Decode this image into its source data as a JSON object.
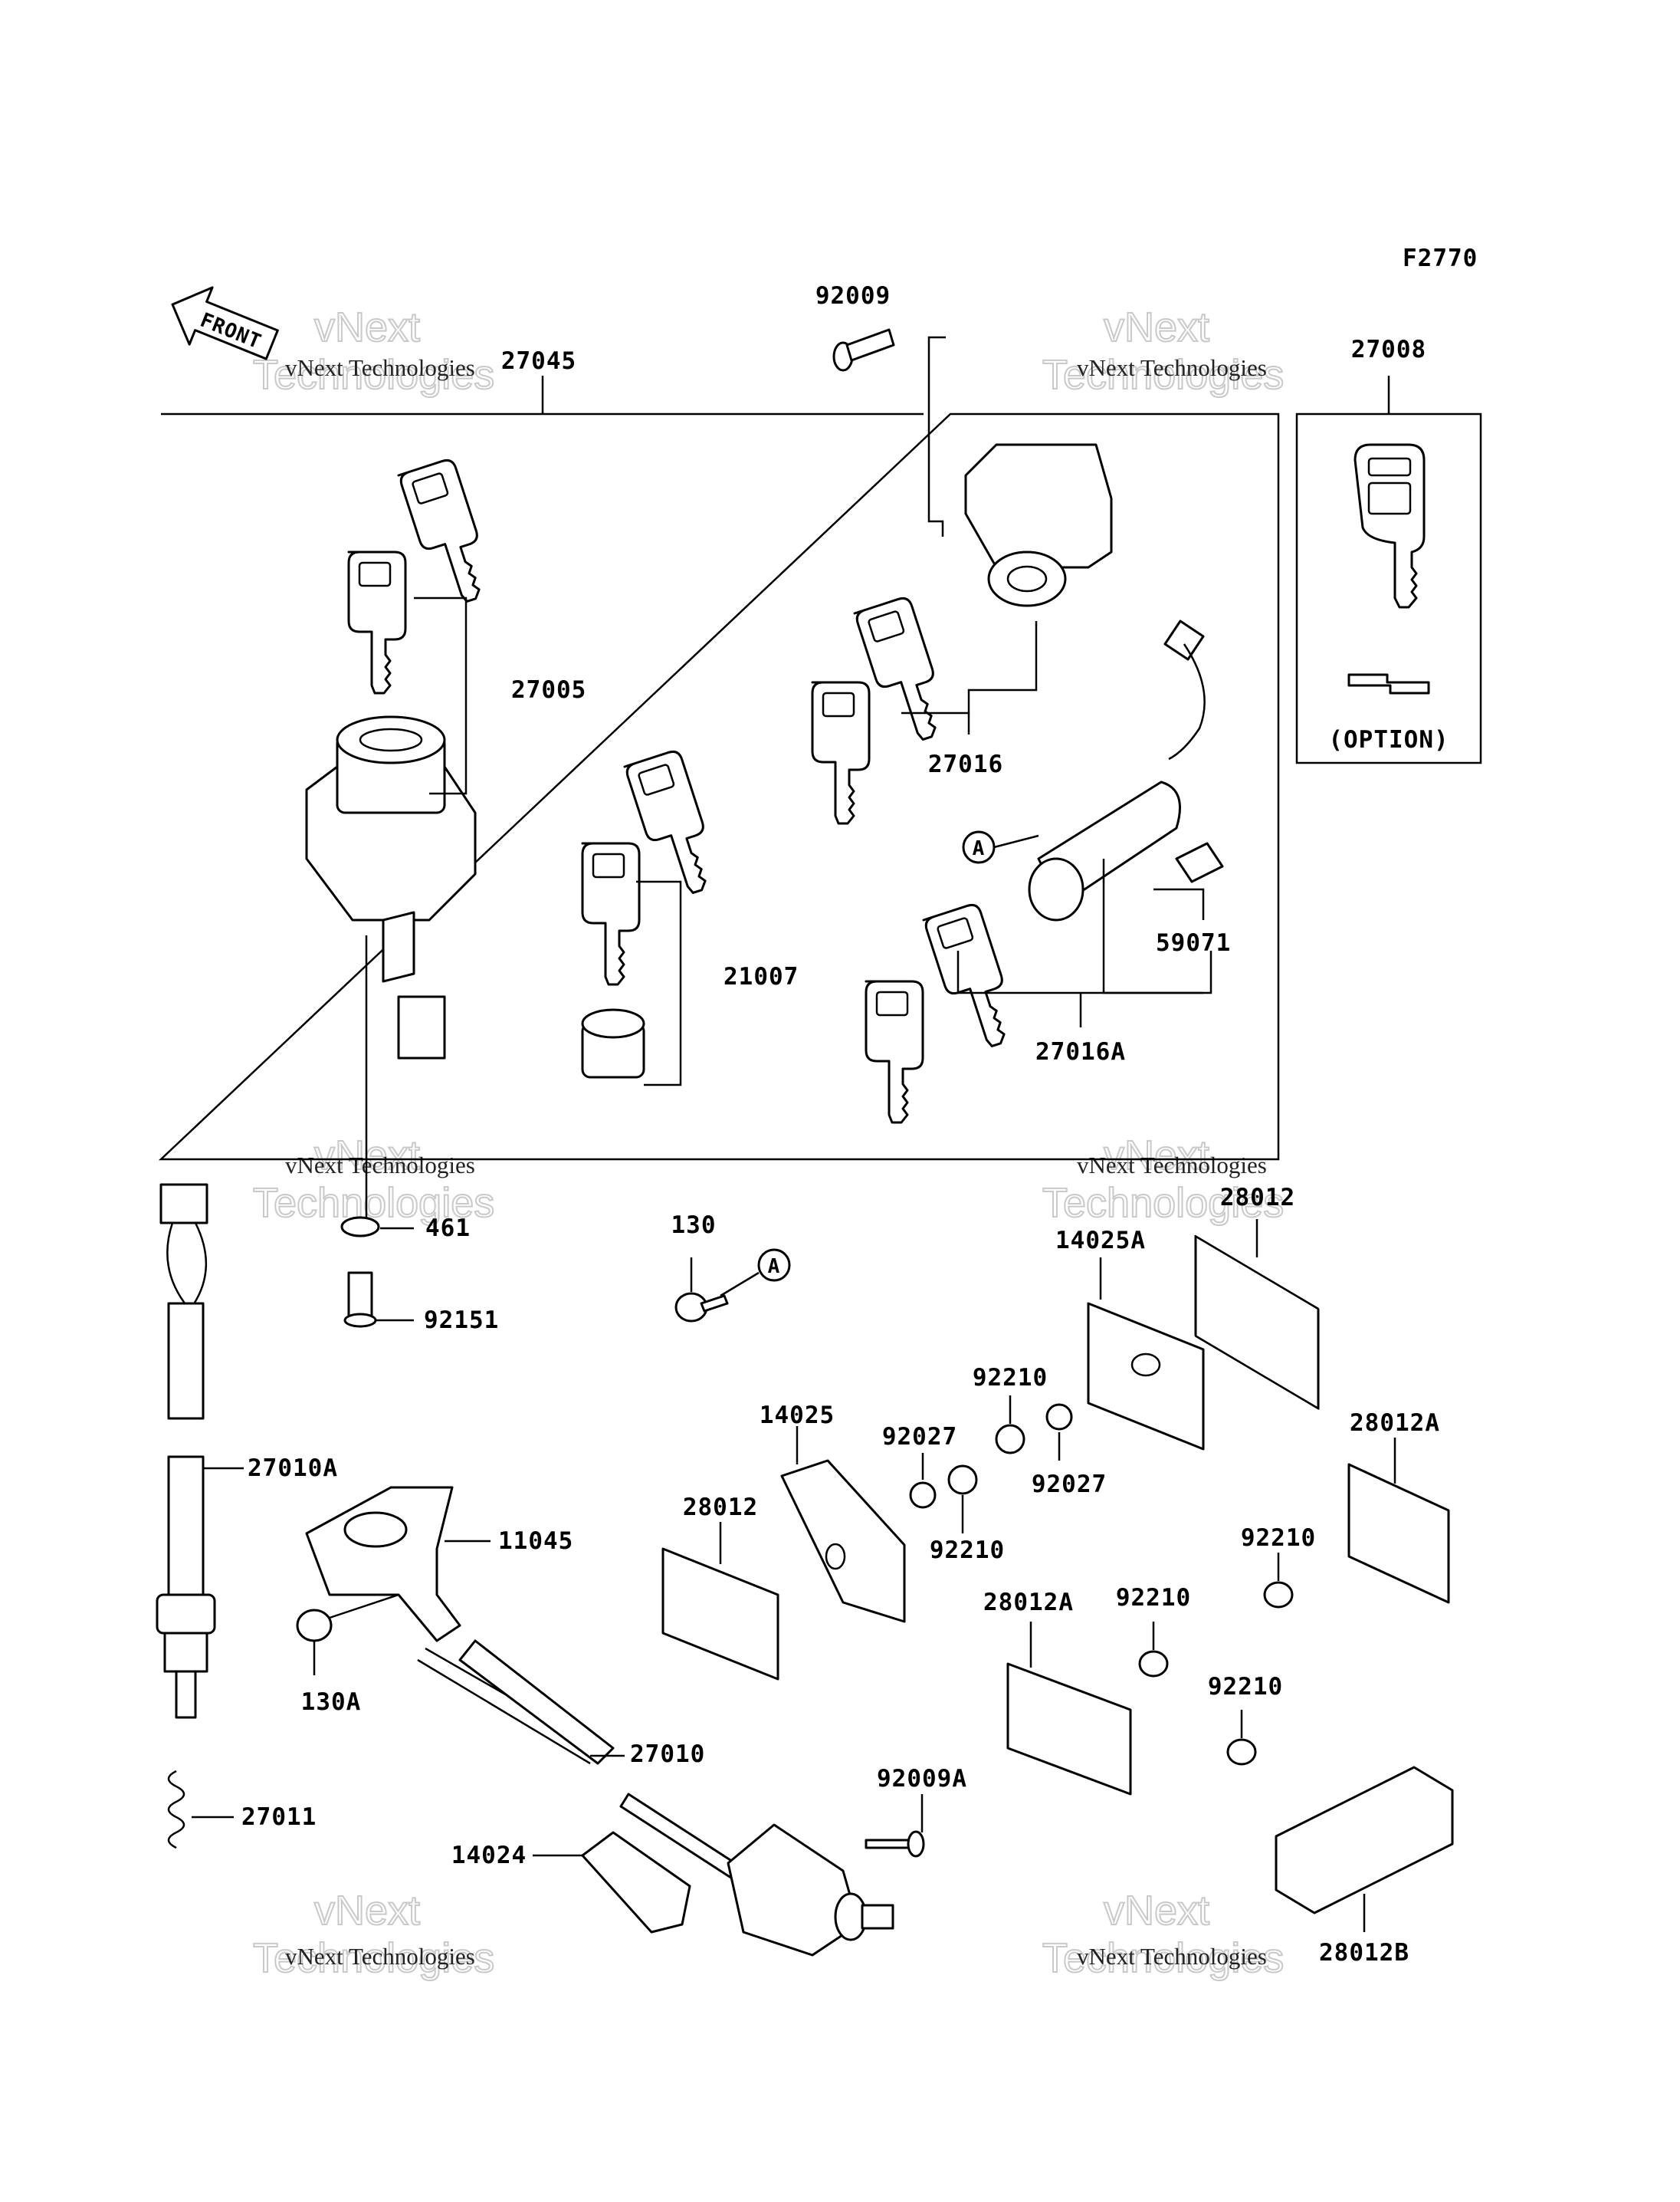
{
  "figure_code": "F2770",
  "front_arrow": "FRONT",
  "option_text": "(OPTION)",
  "ref_marker": "A",
  "watermark": {
    "line1": "vNext Technologies",
    "line2": "vNext",
    "line3": "Technologies"
  },
  "parts": [
    {
      "id": "p27045",
      "label": "27045"
    },
    {
      "id": "p92009",
      "label": "92009"
    },
    {
      "id": "p27008",
      "label": "27008"
    },
    {
      "id": "p27005",
      "label": "27005"
    },
    {
      "id": "p27016",
      "label": "27016"
    },
    {
      "id": "p21007",
      "label": "21007"
    },
    {
      "id": "p59071",
      "label": "59071"
    },
    {
      "id": "p27016A",
      "label": "27016A"
    },
    {
      "id": "p461",
      "label": "461"
    },
    {
      "id": "p92151",
      "label": "92151"
    },
    {
      "id": "p130",
      "label": "130"
    },
    {
      "id": "p28012_top",
      "label": "28012"
    },
    {
      "id": "p14025A",
      "label": "14025A"
    },
    {
      "id": "p92210_a",
      "label": "92210"
    },
    {
      "id": "p14025",
      "label": "14025"
    },
    {
      "id": "p92027_a",
      "label": "92027"
    },
    {
      "id": "p92027_b",
      "label": "92027"
    },
    {
      "id": "p28012A_r",
      "label": "28012A"
    },
    {
      "id": "p27010A",
      "label": "27010A"
    },
    {
      "id": "p11045",
      "label": "11045"
    },
    {
      "id": "p28012_mid",
      "label": "28012"
    },
    {
      "id": "p92210_b",
      "label": "92210"
    },
    {
      "id": "p92210_c",
      "label": "92210"
    },
    {
      "id": "p130A",
      "label": "130A"
    },
    {
      "id": "p28012A_mid",
      "label": "28012A"
    },
    {
      "id": "p92210_d",
      "label": "92210"
    },
    {
      "id": "p92210_e",
      "label": "92210"
    },
    {
      "id": "p27010",
      "label": "27010"
    },
    {
      "id": "p92009A",
      "label": "92009A"
    },
    {
      "id": "p27011",
      "label": "27011"
    },
    {
      "id": "p14024",
      "label": "14024"
    },
    {
      "id": "p28012B",
      "label": "28012B"
    }
  ]
}
